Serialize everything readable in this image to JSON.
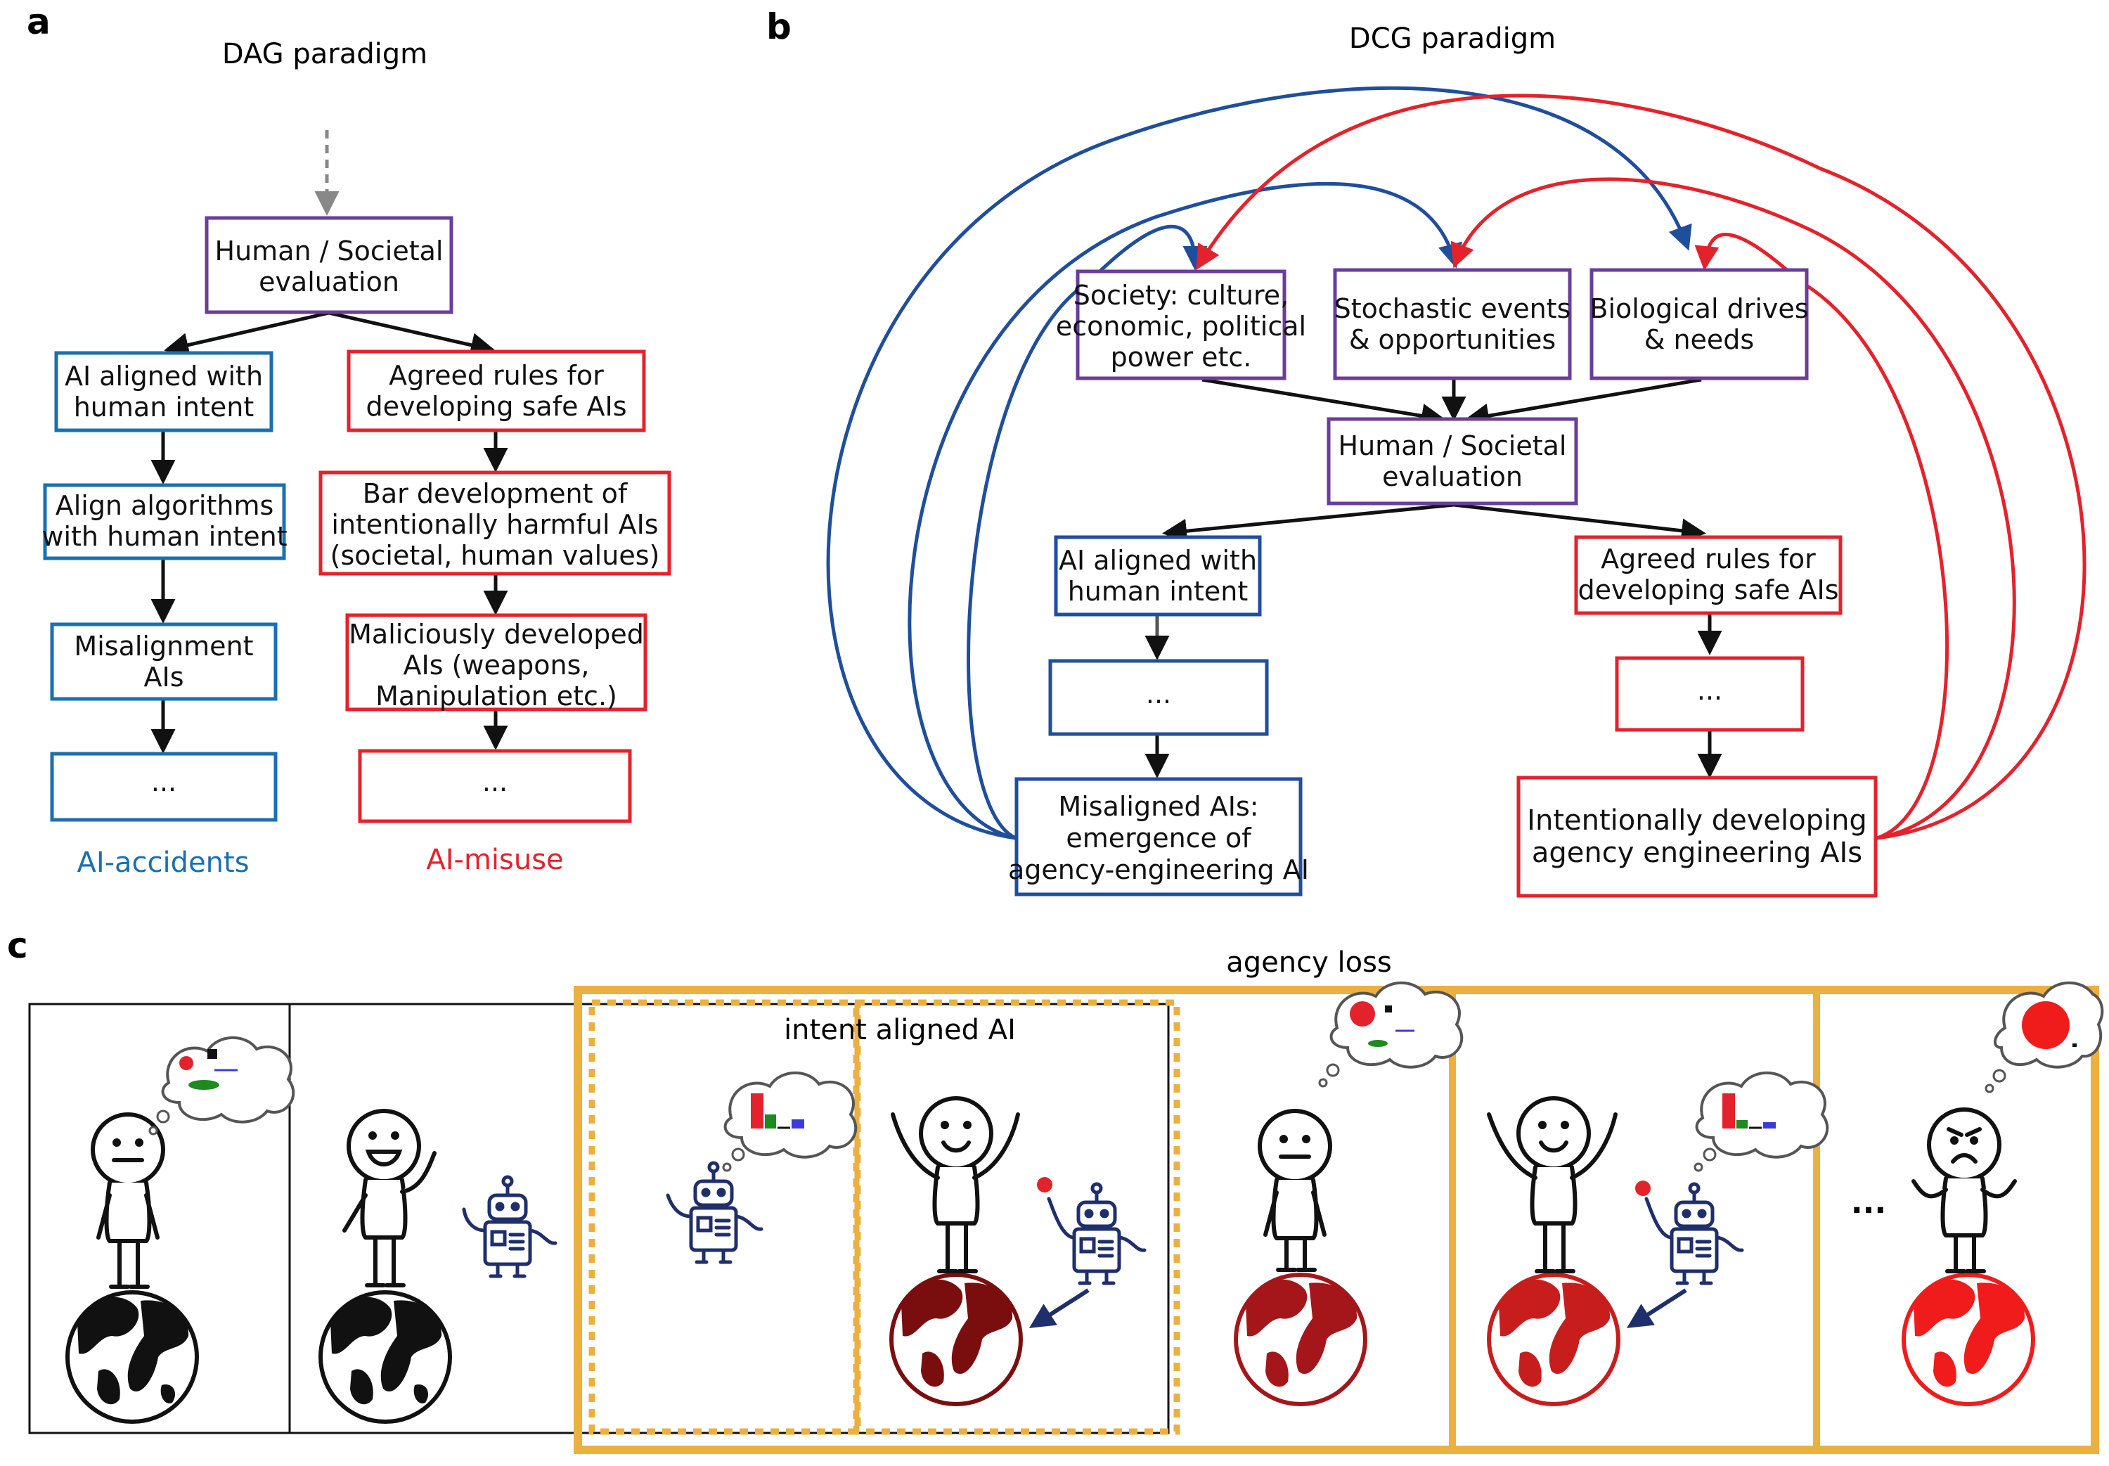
{
  "panels": {
    "a": "a",
    "b": "b",
    "c": "c"
  },
  "dag": {
    "title": "DAG paradigm",
    "nodes": {
      "eval": [
        "Human / Societal",
        "evaluation"
      ],
      "aligned": [
        "AI aligned with",
        "human intent"
      ],
      "align_alg": [
        "Align algorithms",
        "with human intent"
      ],
      "misalign": [
        "Misalignment",
        "AIs"
      ],
      "left_dots": [
        "..."
      ],
      "rules": [
        "Agreed rules for",
        "developing safe AIs"
      ],
      "bar": [
        "Bar development of",
        "intentionally harmful AIs",
        "(societal, human values)"
      ],
      "malicious": [
        "Maliciously developed",
        "AIs (weapons,",
        "Manipulation etc.)"
      ],
      "right_dots": [
        "..."
      ]
    },
    "label_accidents": "AI-accidents",
    "label_misuse": "AI-misuse"
  },
  "dcg": {
    "title": "DCG paradigm",
    "nodes": {
      "society": [
        "Society: culture,",
        "economic, political",
        "power etc."
      ],
      "stochastic": [
        "Stochastic events",
        "& opportunities"
      ],
      "biological": [
        "Biological drives",
        "& needs"
      ],
      "eval": [
        "Human / Societal",
        "evaluation"
      ],
      "aligned": [
        "AI aligned with",
        "human intent"
      ],
      "rules": [
        "Agreed rules for",
        "developing safe AIs"
      ],
      "left_dots": [
        "..."
      ],
      "right_dots": [
        "..."
      ],
      "misaligned": [
        "Misaligned AIs:",
        "emergence of",
        "agency-engineering AI"
      ],
      "intentional": [
        "Intentionally developing",
        "agency engineering AIs"
      ]
    }
  },
  "scenes": {
    "agency_loss": "agency loss",
    "intent_aligned": "intent aligned AI",
    "ellipsis": "..."
  },
  "colors": {
    "blue": "#1f4e9c",
    "dag_blue": "#1a6fb0",
    "red": "#e4222b",
    "purple": "#6a3d9a",
    "gold": "#ecb040",
    "robot": "#1f2f6b",
    "globe_dark": "#7a0e0e",
    "globe_mid": "#a4161a",
    "globe_red": "#c81d1d",
    "globe_bright": "#f01c1c"
  }
}
